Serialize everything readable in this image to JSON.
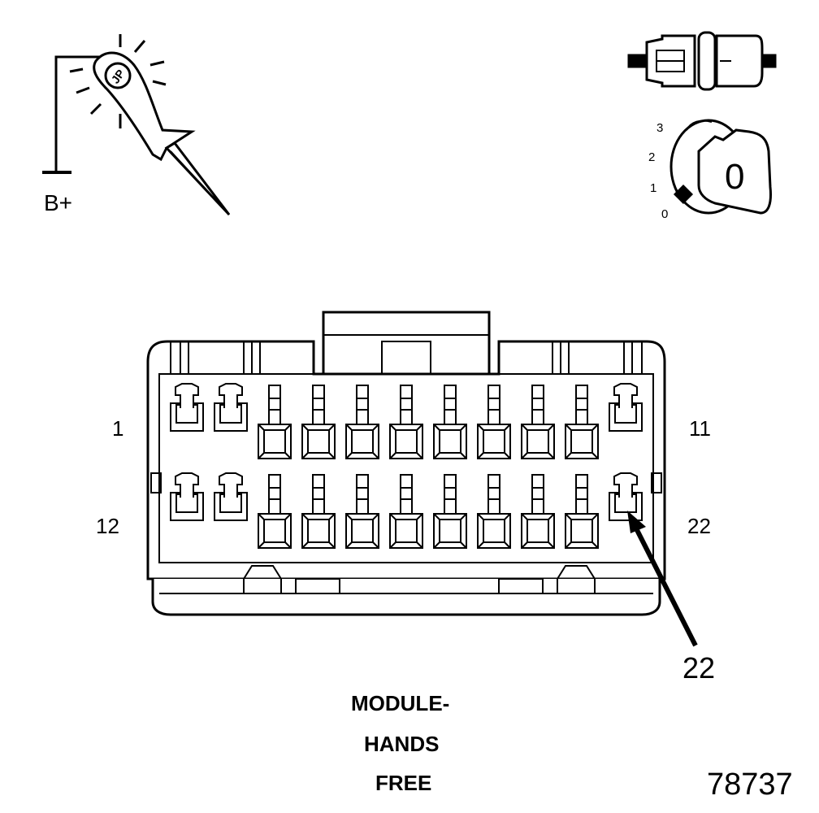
{
  "figure": {
    "reference_number": "78737",
    "title_lines": [
      "MODULE-",
      "HANDS",
      "FREE"
    ]
  },
  "test_lamp": {
    "supply_label": "B+",
    "probe_mark": "JP",
    "icon": "test-lamp-icon"
  },
  "connector_plug": {
    "icon": "disconnected-connector-icon"
  },
  "ignition": {
    "icon": "ignition-key-icon",
    "key_position": "0",
    "positions": [
      "3",
      "2",
      "1",
      "0"
    ]
  },
  "connector": {
    "icon": "connector-face-icon",
    "row1_start": "1",
    "row1_end": "11",
    "row2_start": "12",
    "row2_end": "22",
    "callout_pin": "22",
    "pins_per_row": 11,
    "small_pin_columns": [
      0,
      1,
      10
    ]
  }
}
